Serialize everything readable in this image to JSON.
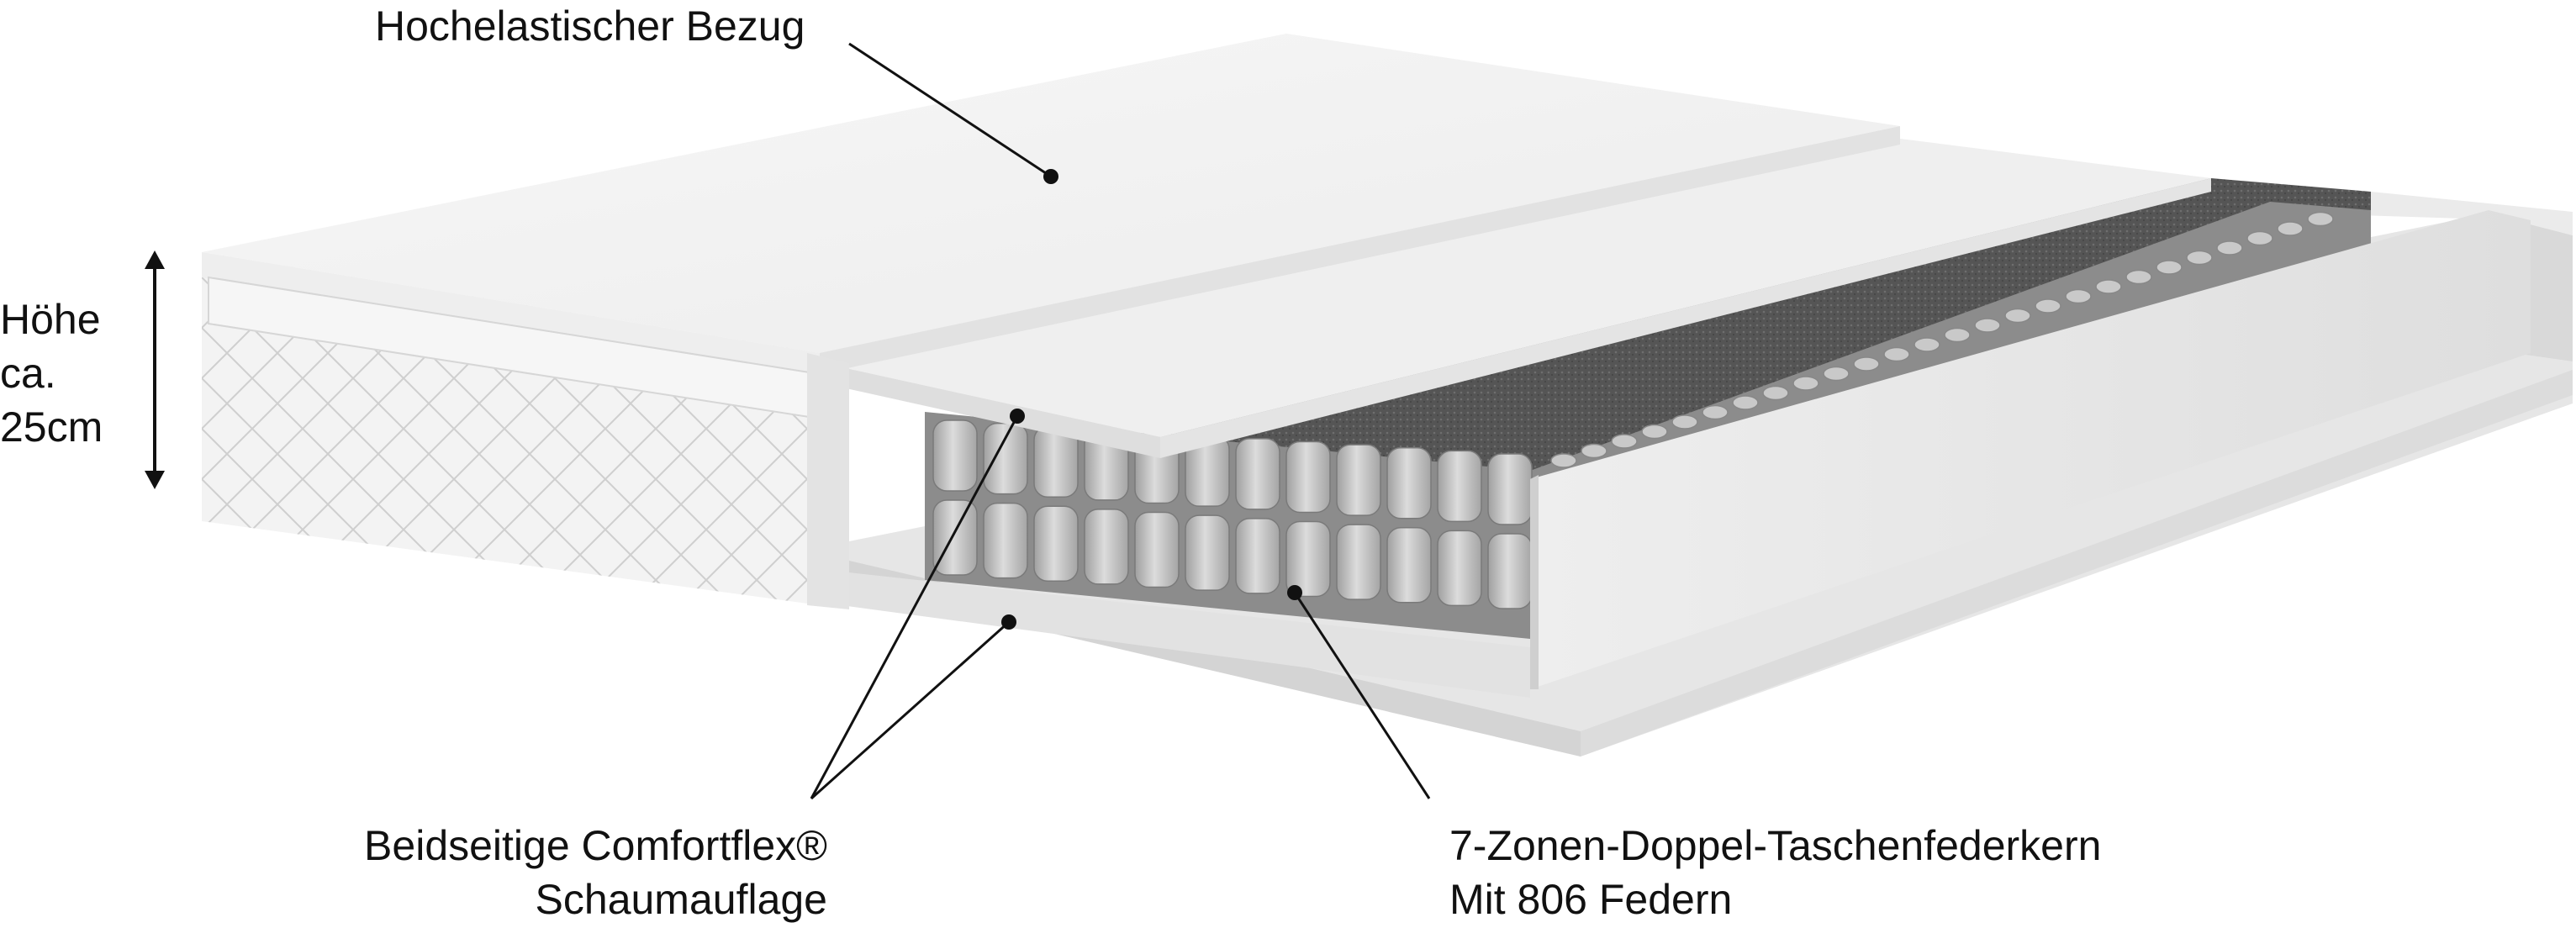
{
  "labels": {
    "cover": "Hochelastischer Bezug",
    "height_line1": "Höhe",
    "height_line2": "ca.",
    "height_line3": "25cm",
    "foam_line1": "Beidseitige Comfortflex®",
    "foam_line2": "Schaumauflage",
    "springs_line1": "7-Zonen-Doppel-Taschenfederkern",
    "springs_line2": "Mit 806 Federn"
  },
  "colors": {
    "text": "#111111",
    "leader_line": "#111111",
    "cover_white": "#f4f4f4",
    "foam_light": "#e9e9e9",
    "foam_shadow": "#d2d2d2",
    "felt_dark": "#5a5a5a",
    "spring_grey": "#bdbdbd"
  },
  "icons": {
    "height_arrow": "double-headed-vertical-arrow-icon"
  }
}
